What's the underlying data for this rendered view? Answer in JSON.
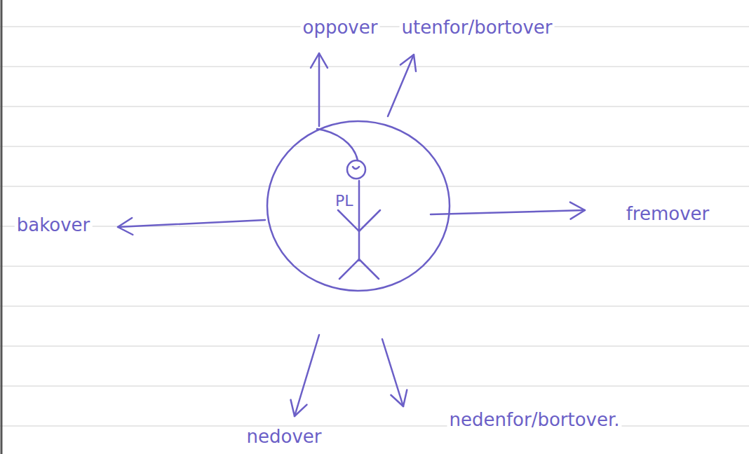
{
  "diagram": {
    "nodes": [
      {
        "text": [
          "PL"
        ]
      }
    ],
    "labels": [
      "oppover",
      "utenfor/bortover",
      "bakover",
      "fremover",
      "nedover",
      "nedenfor/bortover."
    ]
  }
}
